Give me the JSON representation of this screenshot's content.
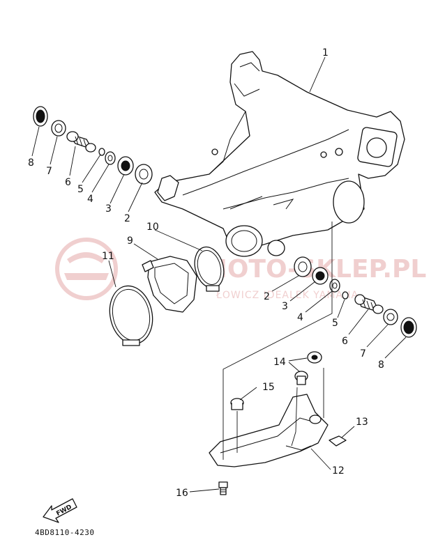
{
  "watermark": {
    "brand": "MOTO-SKLEP.PL",
    "subtitle": "ŁOWICZ IDEALEK YAMAHA"
  },
  "fwd_label": "FWD",
  "diagram_code": "4BD8110-4230",
  "callouts": [
    "1",
    "2",
    "3",
    "4",
    "5",
    "6",
    "7",
    "8",
    "9",
    "10",
    "11",
    "12",
    "13",
    "14",
    "15",
    "16"
  ],
  "callouts_right": [
    "2",
    "3",
    "4",
    "5",
    "6",
    "7",
    "8"
  ],
  "colors": {
    "line": "#111111",
    "watermark": "#e5a8a8",
    "background": "#ffffff"
  }
}
